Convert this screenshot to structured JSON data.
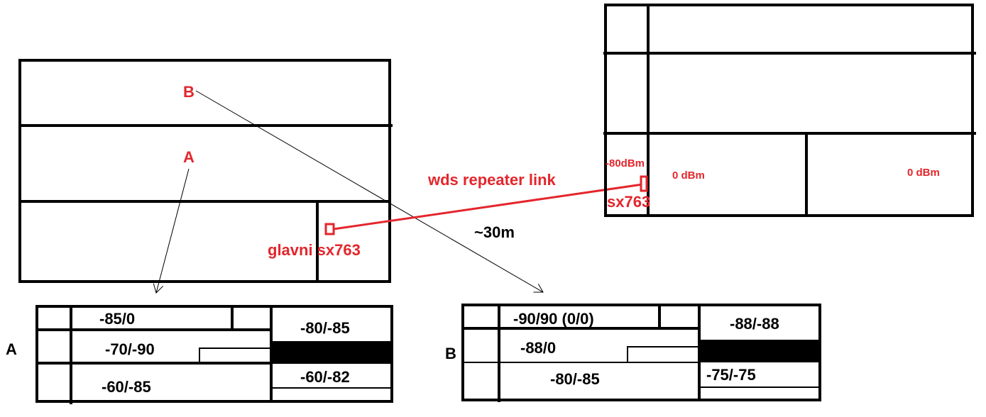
{
  "colors": {
    "label": "#e3262c",
    "walls": "#000000"
  },
  "floorplan_left": {
    "point_b": "B",
    "point_a": "A",
    "main_router_label": "glavni sx763"
  },
  "link": {
    "label": "wds repeater link",
    "distance": "~30m"
  },
  "floorplan_right": {
    "signal_left": "-80dBm",
    "signal_mid": "0 dBm",
    "signal_right": "0 dBm",
    "repeater_label": "sx763"
  },
  "table_a": {
    "label": "A",
    "cells": [
      "-85/0",
      "-70/-90",
      "-60/-85",
      "-80/-85",
      "-60/-82"
    ]
  },
  "table_b": {
    "label": "B",
    "cells": [
      "-90/90 (0/0)",
      "-88/0",
      "-80/-85",
      "-88/-88",
      "-75/-75"
    ]
  }
}
